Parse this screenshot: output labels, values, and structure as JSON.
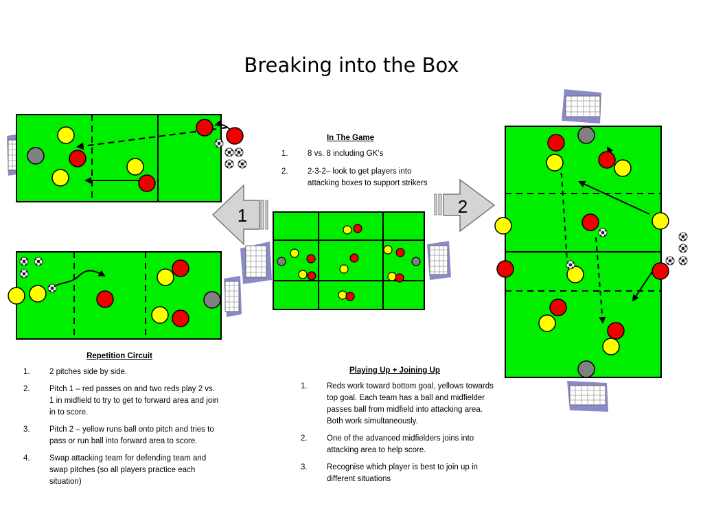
{
  "title": "Breaking into the Box",
  "arrows": {
    "left_label": "1",
    "right_label": "2"
  },
  "in_the_game": {
    "heading": "In The Game",
    "items": [
      {
        "num": "1.",
        "text": "8 vs. 8 including GK’s"
      },
      {
        "num": "2.",
        "text": "2-3-2– look to get players into attacking boxes to support strikers"
      }
    ]
  },
  "repetition_circuit": {
    "heading": "Repetition Circuit",
    "items": [
      {
        "num": "1.",
        "text": "2 pitches side by side."
      },
      {
        "num": "2.",
        "text": "Pitch 1 – red passes on and two reds play 2 vs. 1 in midfield to try to get to forward area and join in to score."
      },
      {
        "num": "3.",
        "text": "Pitch 2 – yellow runs ball onto pitch and tries to pass or run ball into forward area to score."
      },
      {
        "num": "4.",
        "text": "Swap attacking team for defending team and swap pitches (so all players practice each situation)"
      }
    ]
  },
  "playing_up": {
    "heading": "Playing Up + Joining Up",
    "items": [
      {
        "num": "1.",
        "text": "Reds work toward bottom goal, yellows towards top goal. Each team has a ball and midfielder passes ball from midfield into attacking area. Both work simultaneously."
      },
      {
        "num": "2.",
        "text": "One of the advanced midfielders joins into attacking area to help score."
      },
      {
        "num": "3.",
        "text": "Recognise which player is best to join up in different situations"
      }
    ]
  },
  "colors": {
    "pitch": "#00ee00",
    "red_team": "#ee0000",
    "yellow_team": "#ffff00",
    "keeper": "#808080",
    "goal_frame": "#8a8ac8"
  }
}
